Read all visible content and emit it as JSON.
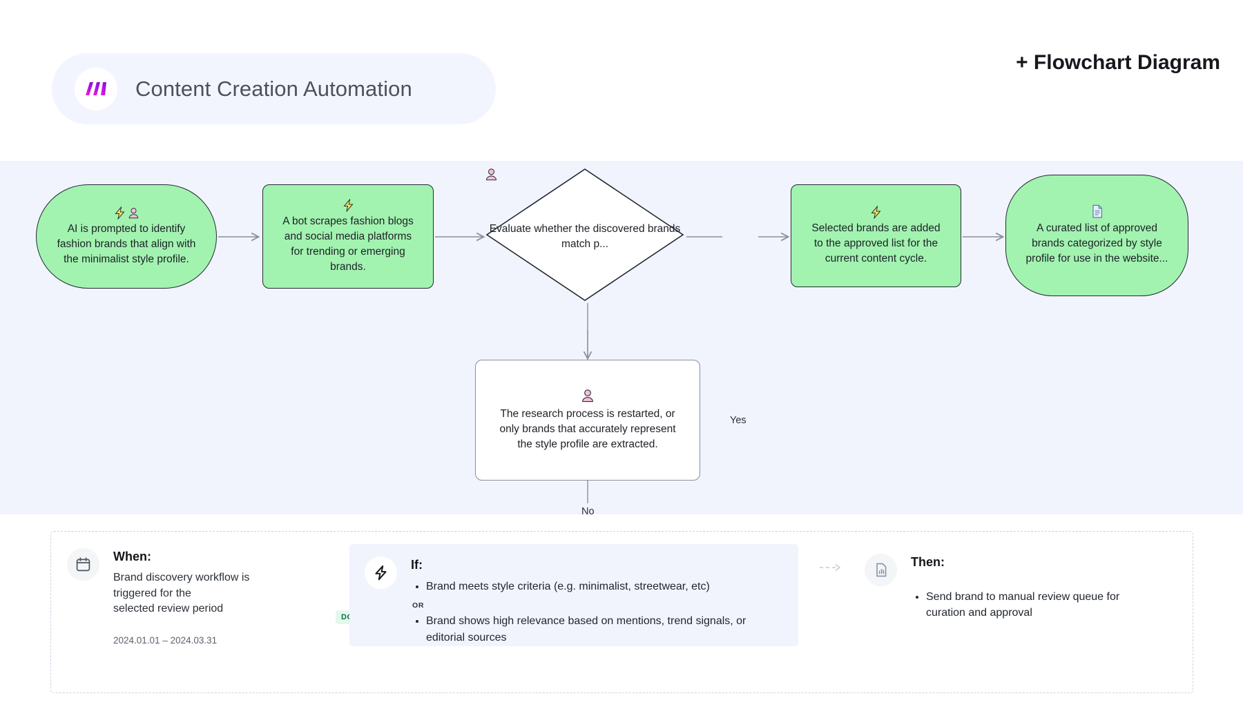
{
  "header": {
    "workflow_title": "Content Creation Automation",
    "logo_icon": "stacked-bars-logo",
    "diagram_label": "+ Flowchart Diagram",
    "accent_from": "#f21ce0",
    "accent_to": "#7a0ddb",
    "pill_bg": "#f2f5fd"
  },
  "canvas": {
    "background": "#f1f4fd",
    "node_fill": "#a2f3b0",
    "node_stroke": "#222831",
    "nodes": [
      {
        "id": "ai-prompt",
        "shape": "stadium",
        "icons": [
          "lightning-icon",
          "person-icon"
        ],
        "text": "AI is prompted to identify\nfashion brands that align with\nthe minimalist style profile."
      },
      {
        "id": "bot-scrape",
        "shape": "rounded-rect",
        "icons": [
          "lightning-icon"
        ],
        "text": "A bot scrapes fashion blogs\nand social media platforms\nfor trending or emerging\nbrands."
      },
      {
        "id": "evaluate-decision",
        "shape": "diamond",
        "icons": [
          "person-icon"
        ],
        "text": "Evaluate whether\nthe discovered\nbrands match p..."
      },
      {
        "id": "brands-added",
        "shape": "rounded-rect",
        "icons": [
          "lightning-icon"
        ],
        "text": "Selected brands are added\nto the approved list for the\ncurrent content cycle."
      },
      {
        "id": "curated-list",
        "shape": "stadium",
        "icons": [
          "document-icon"
        ],
        "text": "A curated list of approved\nbrands categorized by style\nprofile for use in the website..."
      },
      {
        "id": "restart-research",
        "shape": "rounded-rect-white",
        "icons": [
          "person-icon"
        ],
        "text": "The research process is restarted, or\nonly brands that accurately represent\nthe style profile are extracted."
      }
    ],
    "edge_labels": {
      "yes": "Yes",
      "no": "No"
    }
  },
  "bottom": {
    "when": {
      "icon": "calendar-icon",
      "heading": "When:",
      "text": "Brand discovery workflow is\ntriggered for the\nselected review period",
      "date_range": "2024.01.01 – 2024.03.31",
      "status_badge": "DONE",
      "badge_bg": "#e3f8ed",
      "badge_color": "#136c43"
    },
    "if": {
      "icon": "lightning-icon",
      "heading": "If:",
      "conditions": [
        "Brand meets style criteria (e.g. minimalist, streetwear, etc)",
        "Brand shows high relevance based on mentions, trend signals, or editorial sources"
      ],
      "operator": "OR"
    },
    "then": {
      "icon": "report-icon",
      "heading": "Then:",
      "actions": [
        "Send brand to manual review queue for curation and approval"
      ]
    }
  }
}
